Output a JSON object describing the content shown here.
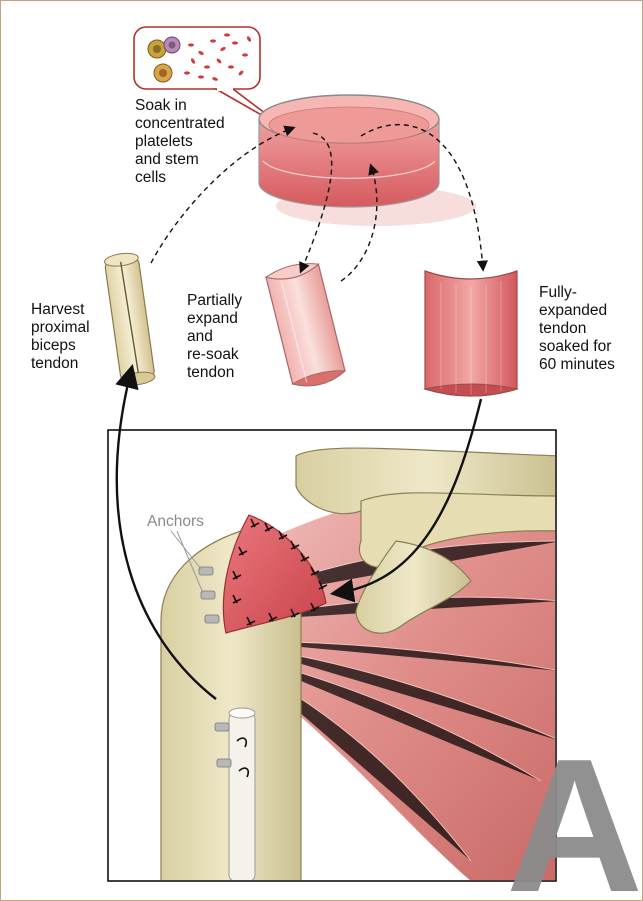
{
  "labels": {
    "soak": "Soak in\nconcentrated\nplatelets\nand stem\ncells",
    "harvest": "Harvest\nproximal\nbiceps\ntendon",
    "partial": "Partially\nexpand\nand\nre-soak\ntendon",
    "full": "Fully-\nexpanded\ntendon\nsoaked for\n60 minutes",
    "anchors": "Anchors",
    "watermark": "As"
  },
  "colors": {
    "border": "#c8a27c",
    "liquid": "#e76a6a",
    "tendon_graft": "#d9545b",
    "muscle": "#e2938f",
    "bone": "#e8e0b8",
    "watermark": "#8c8c8c",
    "arrow": "#111111"
  }
}
